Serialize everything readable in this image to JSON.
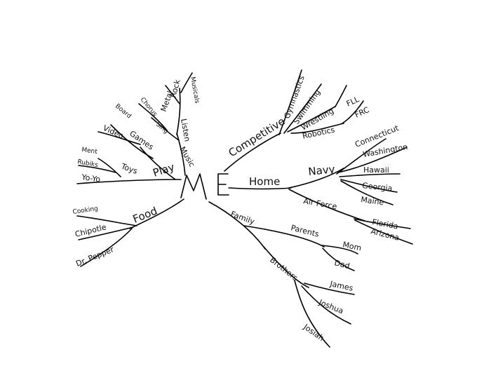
{
  "center": {
    "label_m": "M",
    "label_e": "E"
  },
  "left": {
    "play": "Play",
    "music": "Music",
    "listen": "Listen",
    "rock": "Rock",
    "metal": "Metal",
    "musicals": "Musicals",
    "sing": "Sing",
    "chorus": "Chorus",
    "games": "Games",
    "board": "Board",
    "video": "Video",
    "toys": "Toys",
    "ment": "Ment",
    "rubiks": "Rubiks",
    "yoyo": "Yo-Yo",
    "food": "Food",
    "cooking": "Cooking",
    "chipotle": "Chipotle",
    "drpepper": "Dr. Pepper"
  },
  "right": {
    "competitive": "Competitive",
    "gymnastics": "Gymnastics",
    "swimming": "Swimming",
    "wrestling": "Wrestling",
    "robotics": "Robotics",
    "fll": "FLL",
    "frc": "FRC",
    "home": "Home",
    "navy": "Navy",
    "connecticut": "Connecticut",
    "washington": "Washington",
    "hawaii": "Hawaii",
    "georgia": "Georgia",
    "maine": "Maine",
    "airforce": "Air Force",
    "florida": "Florida",
    "arizona": "Arizona",
    "family": "Family",
    "parents": "Parents",
    "mom": "Mom",
    "dad": "Dad",
    "brothers": "Brothers",
    "james": "James",
    "joshua": "Joshua",
    "josiah": "Josiah"
  }
}
